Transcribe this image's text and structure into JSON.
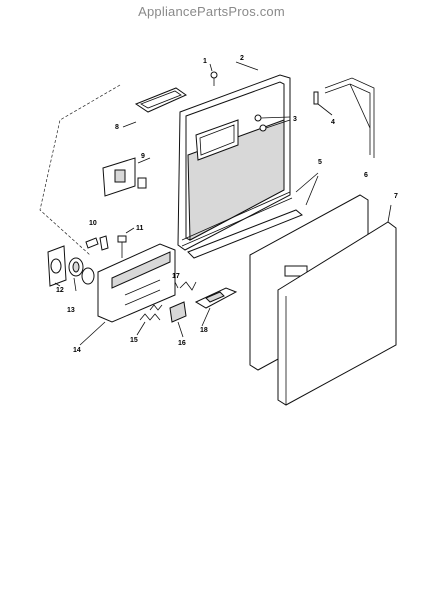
{
  "site": {
    "watermark": "AppliancePartsPros.com"
  },
  "callouts": [
    "1",
    "2",
    "3",
    "4",
    "5",
    "6",
    "7",
    "8",
    "9",
    "10",
    "11",
    "12",
    "13",
    "14",
    "15",
    "16",
    "17",
    "18"
  ]
}
